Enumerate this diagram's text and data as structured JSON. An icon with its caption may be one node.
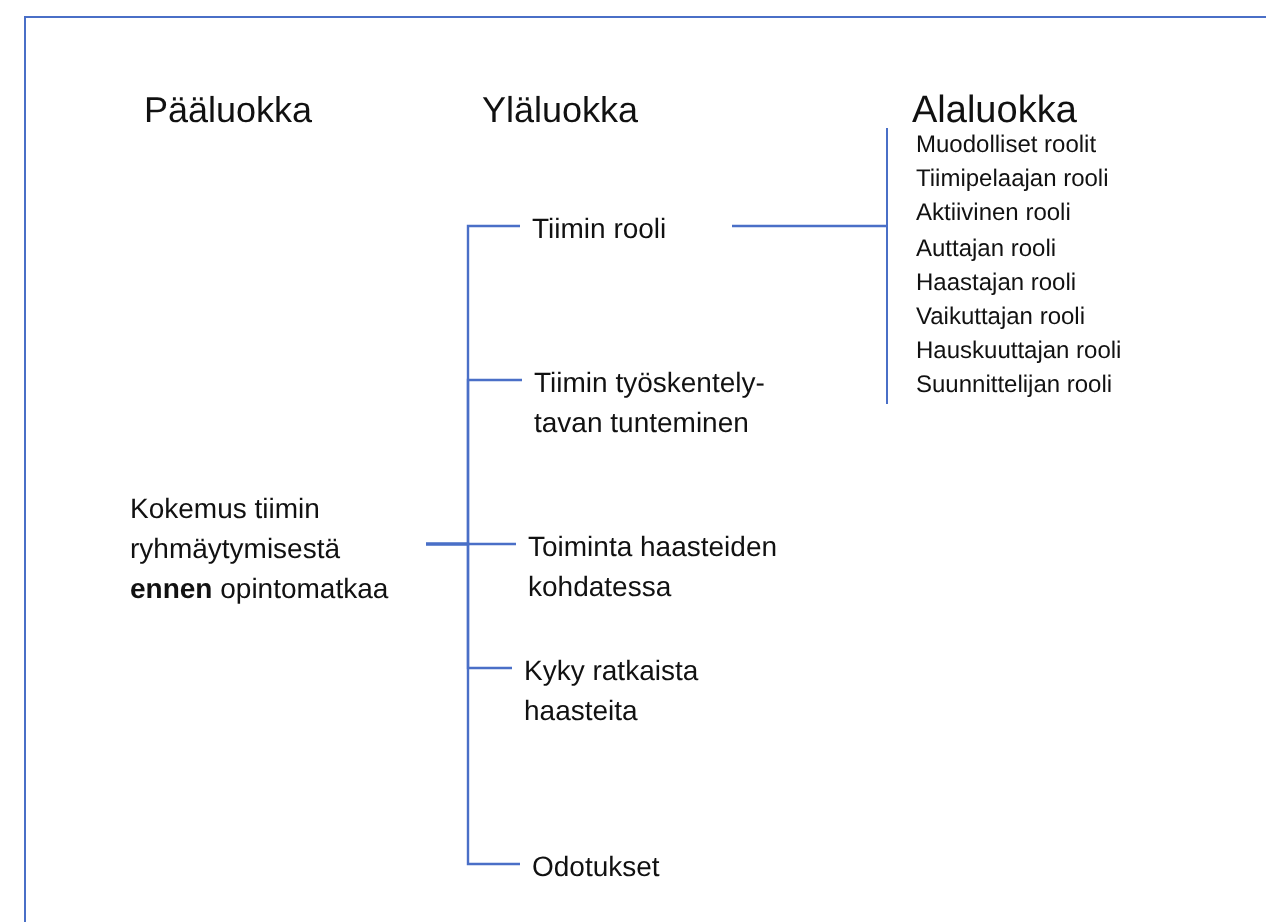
{
  "diagram": {
    "nodes": [
      {
        "text": [
          "Kokemus tiimin ryhmäytymisestä **ennen** opintomatkaa"
        ]
      },
      {
        "text": [
          "Tiimin rooli"
        ]
      },
      {
        "text": [
          "Tiimin työskentely- tavan tunteminen"
        ]
      },
      {
        "text": [
          "Toiminta haasteiden kohdatessa"
        ]
      },
      {
        "text": [
          "Kyky ratkaista haasteita"
        ]
      },
      {
        "text": [
          "Odotukset"
        ]
      },
      {
        "text": [
          "Muodolliset roolit",
          "Tiimipelaajan rooli",
          "Aktiivinen rooli",
          "Auttajan rooli",
          "Haastajan rooli",
          "Vaikuttajan rooli",
          "Hauskuuttajan rooli",
          "Suunnittelijan rooli"
        ]
      }
    ],
    "edges": [
      {
        "from": 0,
        "to": 1,
        "arrow": "none"
      },
      {
        "from": 0,
        "to": 2,
        "arrow": "none"
      },
      {
        "from": 0,
        "to": 3,
        "arrow": "none"
      },
      {
        "from": 0,
        "to": 4,
        "arrow": "none"
      },
      {
        "from": 0,
        "to": 5,
        "arrow": "none"
      },
      {
        "from": 1,
        "to": 6,
        "arrow": "none"
      }
    ],
    "labels": [
      "Pääluokka",
      "Yläluokka",
      "Alaluokka"
    ]
  }
}
